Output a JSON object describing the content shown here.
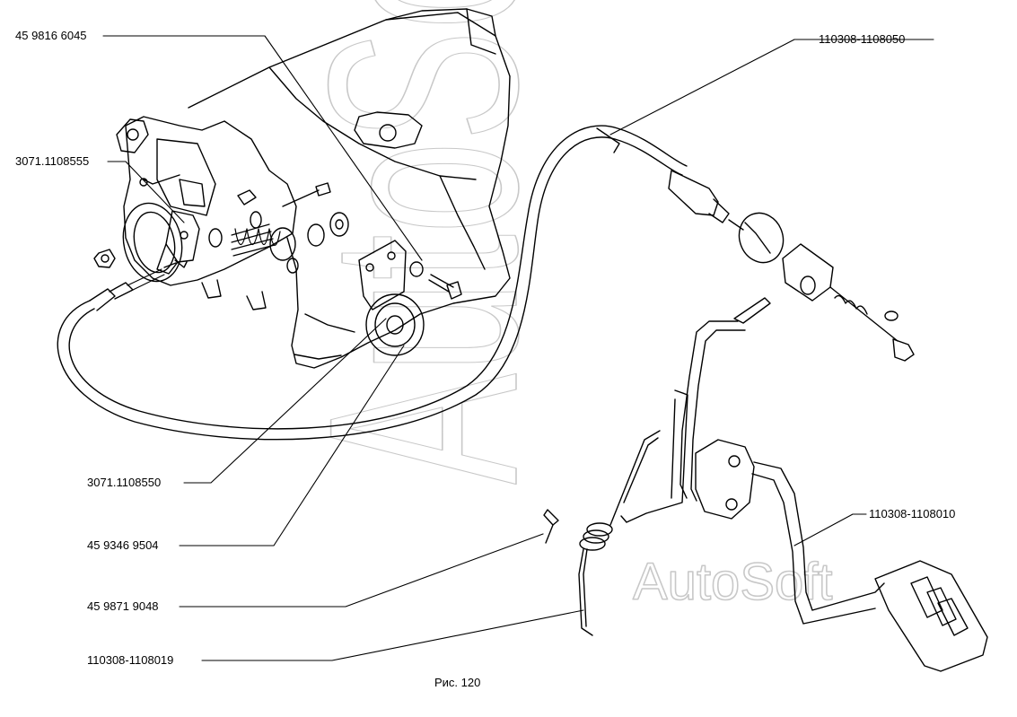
{
  "figure": {
    "caption": "Рис. 120",
    "watermark_main": "AutoSoft",
    "watermark_small": "AutoSoft"
  },
  "callouts": [
    {
      "id": "c1",
      "text": "45 9816 6045"
    },
    {
      "id": "c2",
      "text": "3071.1108555"
    },
    {
      "id": "c3",
      "text": "3071.1108550"
    },
    {
      "id": "c4",
      "text": "45 9346 9504"
    },
    {
      "id": "c5",
      "text": "45 9871 9048"
    },
    {
      "id": "c6",
      "text": "110308-1108019"
    },
    {
      "id": "c7",
      "text": "110308-1108050"
    },
    {
      "id": "c8",
      "text": "110308-1108010"
    }
  ],
  "colors": {
    "ink": "#000000",
    "watermark": "#c8c8c8",
    "paper": "#ffffff"
  }
}
